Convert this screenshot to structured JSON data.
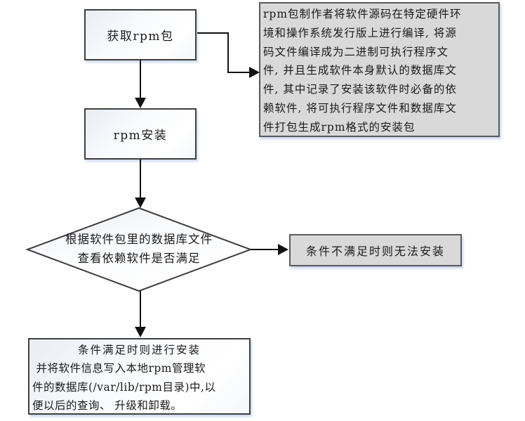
{
  "diagram": {
    "background": "#ffffff",
    "colors": {
      "process_border": "#3f3f3f",
      "process_fill_top": "#e9edf4",
      "process_fill_bottom": "#ffffff",
      "note_fill": "#d9d9d9",
      "note_border": "#5a5a5a",
      "arrow": "#111111",
      "shadow": "rgba(130,160,215,0.4)",
      "text": "#1a1a1a"
    },
    "nodes": {
      "get_rpm": {
        "type": "process",
        "label": "获取rpm包"
      },
      "description": {
        "type": "note",
        "text": "rpm包制作者将软件源码在特定硬件环\n境和操作系统发行版上进行编译, 将源\n码文件编译成为二进制可执行程序文\n件, 并且生成软件本身默认的数据库文\n件, 其中记录了安装该软件时必备的依\n赖软件, 将可执行程序文件和数据库文\n件打包生成rpm格式的安装包"
      },
      "rpm_install": {
        "type": "process",
        "label": "rpm安装"
      },
      "dependency_check": {
        "type": "decision",
        "text": "根据软件包里的数据库文件\n查看依赖软件是否满足"
      },
      "deny": {
        "type": "note",
        "label": "条件不满足时则无法安装"
      },
      "install": {
        "type": "process",
        "heading": "条件满足时则进行安装",
        "body": " 并将软件信息写入本地rpm管理软\n件的数据库(/var/lib/rpm目录)中,以\n便以后的查询、 升级和卸载。"
      }
    },
    "edges": [
      {
        "from": "get_rpm",
        "to": "description"
      },
      {
        "from": "get_rpm",
        "to": "rpm_install"
      },
      {
        "from": "rpm_install",
        "to": "dependency_check"
      },
      {
        "from": "dependency_check",
        "to": "deny"
      },
      {
        "from": "dependency_check",
        "to": "install"
      }
    ]
  }
}
